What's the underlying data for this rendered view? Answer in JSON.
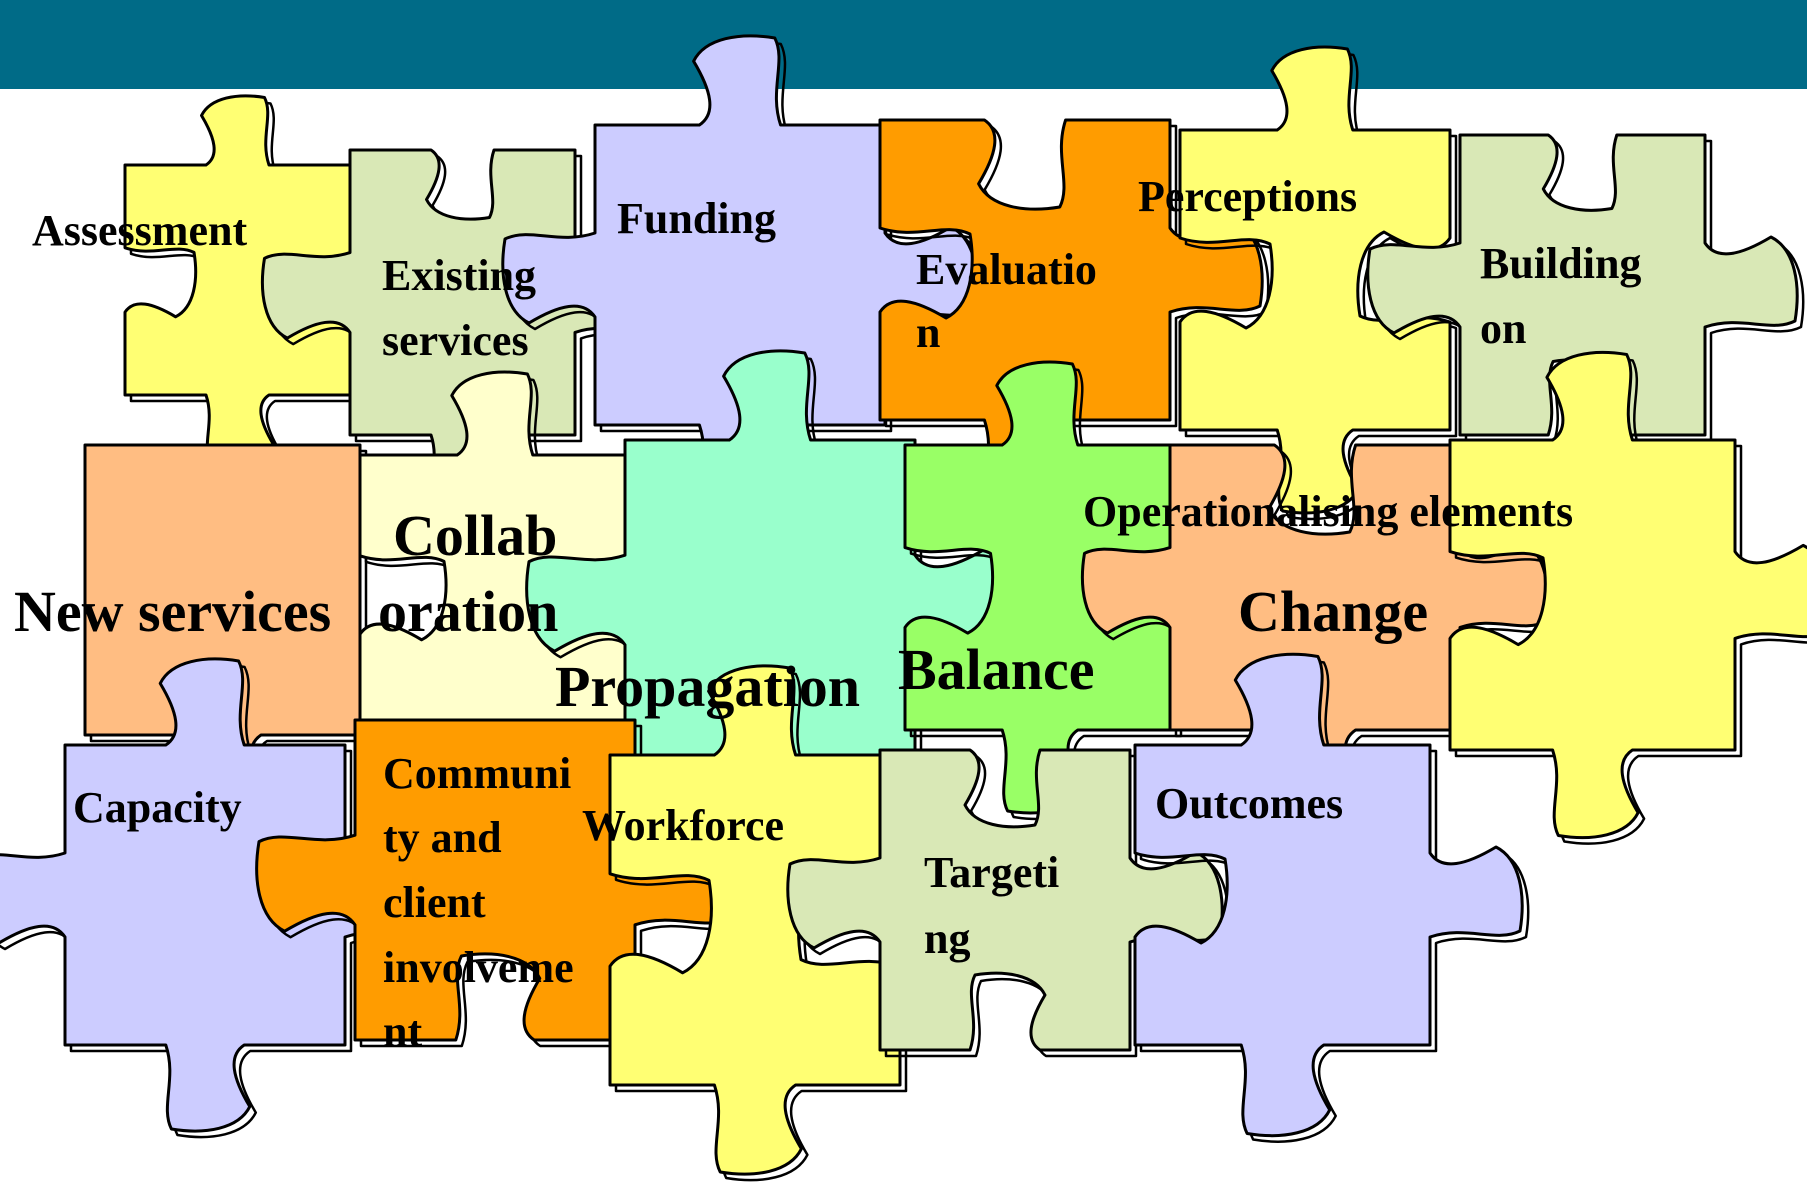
{
  "colors": {
    "header": "#006b87",
    "yellow": "#ffff73",
    "sage": "#d9e8b6",
    "lavender": "#ccccff",
    "orange": "#ff9c00",
    "peach": "#ffbd82",
    "cream": "#ffffcc",
    "mint": "#99ffcc",
    "green": "#99ff66"
  },
  "pieces": [
    {
      "key": "assessment",
      "color": "yellow",
      "icon": "puzzle-piece-icon"
    },
    {
      "key": "existing",
      "color": "sage",
      "icon": "puzzle-piece-icon"
    },
    {
      "key": "funding",
      "color": "lavender",
      "icon": "puzzle-piece-icon"
    },
    {
      "key": "evaluation",
      "color": "orange",
      "icon": "puzzle-piece-icon"
    },
    {
      "key": "perceptions",
      "color": "yellow",
      "icon": "puzzle-piece-icon"
    },
    {
      "key": "building",
      "color": "sage",
      "icon": "puzzle-piece-icon"
    },
    {
      "key": "new_services",
      "color": "peach",
      "icon": "puzzle-piece-icon"
    },
    {
      "key": "collaboration",
      "color": "cream",
      "icon": "puzzle-piece-icon"
    },
    {
      "key": "propagation",
      "color": "mint",
      "icon": "puzzle-piece-icon"
    },
    {
      "key": "balance",
      "color": "green",
      "icon": "puzzle-piece-icon"
    },
    {
      "key": "change",
      "color": "peach",
      "icon": "puzzle-piece-icon"
    },
    {
      "key": "operationalising",
      "color": "yellow",
      "icon": "puzzle-piece-icon"
    },
    {
      "key": "capacity",
      "color": "lavender",
      "icon": "puzzle-piece-icon"
    },
    {
      "key": "community",
      "color": "orange",
      "icon": "puzzle-piece-icon"
    },
    {
      "key": "workforce",
      "color": "yellow",
      "icon": "puzzle-piece-icon"
    },
    {
      "key": "targeting",
      "color": "sage",
      "icon": "puzzle-piece-icon"
    },
    {
      "key": "outcomes",
      "color": "lavender",
      "icon": "puzzle-piece-icon"
    }
  ],
  "labels": {
    "assessment": "Assessment",
    "existing": [
      "Existing",
      "services"
    ],
    "funding": "Funding",
    "evaluation": [
      "Evaluatio",
      "n"
    ],
    "perceptions": "Perceptions",
    "building": [
      "Building",
      "on"
    ],
    "new_services": "New services",
    "collaboration": [
      "Collab",
      "oration"
    ],
    "propagation": "Propagation",
    "balance": "Balance",
    "change": "Change",
    "operationalising": "Operationalising elements",
    "capacity": "Capacity",
    "community": [
      "Communi",
      "ty and",
      "client",
      "involveme",
      "nt"
    ],
    "workforce": "Workforce",
    "targeting": [
      "Targeti",
      "ng"
    ],
    "outcomes": "Outcomes"
  }
}
